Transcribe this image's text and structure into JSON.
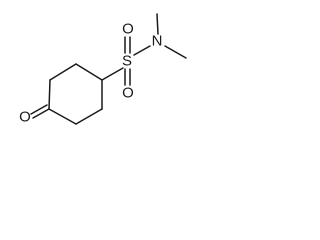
{
  "molecule": {
    "atoms": {
      "oxygen_ketone": "O",
      "sulfur": "S",
      "oxygen_sulfonyl_top": "O",
      "oxygen_sulfonyl_bottom": "O",
      "nitrogen": "N"
    },
    "colors": {
      "bond": "#1a1a1a",
      "label": "#1a1a1a",
      "background": "#ffffff"
    }
  }
}
